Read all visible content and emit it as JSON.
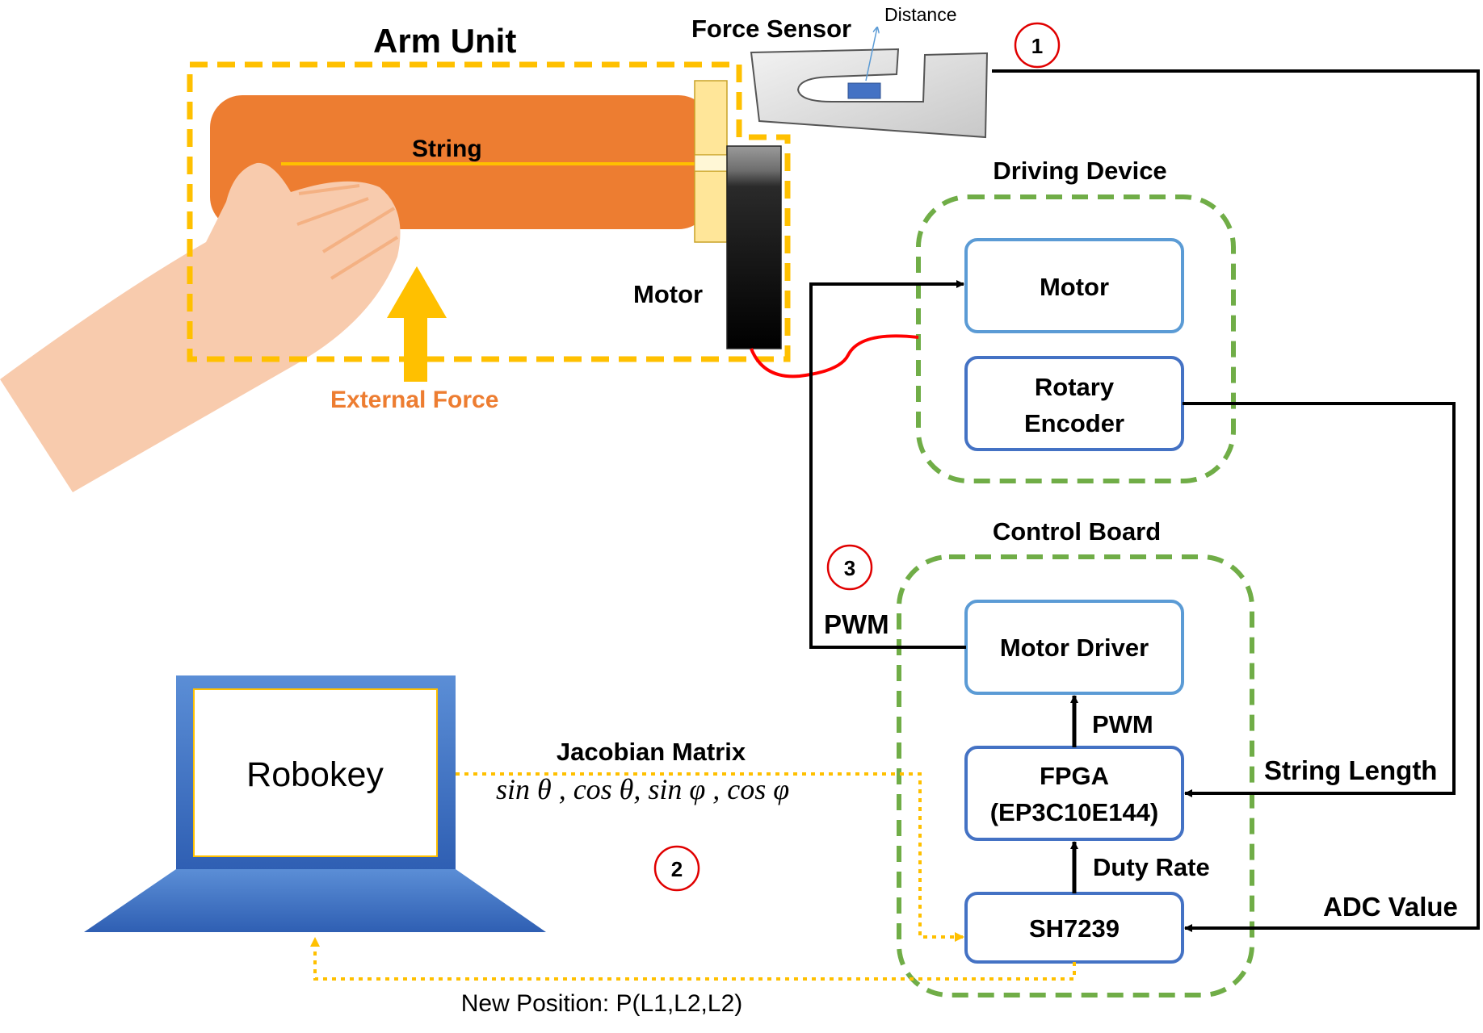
{
  "labels": {
    "arm_unit": "Arm Unit",
    "force_sensor": "Force Sensor",
    "distance": "Distance",
    "string": "String",
    "motor_arm": "Motor",
    "external_force": "External Force",
    "driving_device": "Driving Device",
    "control_board": "Control Board",
    "pwm_left": "PWM",
    "pwm_inner": "PWM",
    "duty_rate": "Duty Rate",
    "string_length": "String Length",
    "adc_value": "ADC Value",
    "jacobian_matrix": "Jacobian Matrix",
    "trig_formula": "sin θ , cos θ, sin φ , cos φ",
    "new_position": "New Position: P(L1,L2,L2)"
  },
  "blocks": {
    "motor": "Motor",
    "rotary_encoder_line1": "Rotary",
    "rotary_encoder_line2": "Encoder",
    "motor_driver": "Motor Driver",
    "fpga_line1": "FPGA",
    "fpga_line2": "(EP3C10E144)",
    "sh7239": "SH7239"
  },
  "laptop_app": "Robokey",
  "step_markers": [
    "1",
    "2",
    "3"
  ],
  "colors": {
    "arm_orange": "#ED7D31",
    "dashed_yellow": "#FFC000",
    "dashed_green": "#70AD47",
    "block_border": "#5B9BD5",
    "block_border_dark": "#4472C4",
    "laptop_blue": "#4472C4",
    "marker_red": "#E00000",
    "external_force_text": "#ED7D31",
    "skin": "#F8CBAD",
    "connector_red": "#FF0000"
  },
  "icons": [
    "hand-icon",
    "motor-icon",
    "force-sensor-icon",
    "laptop-icon",
    "up-arrow-icon"
  ]
}
